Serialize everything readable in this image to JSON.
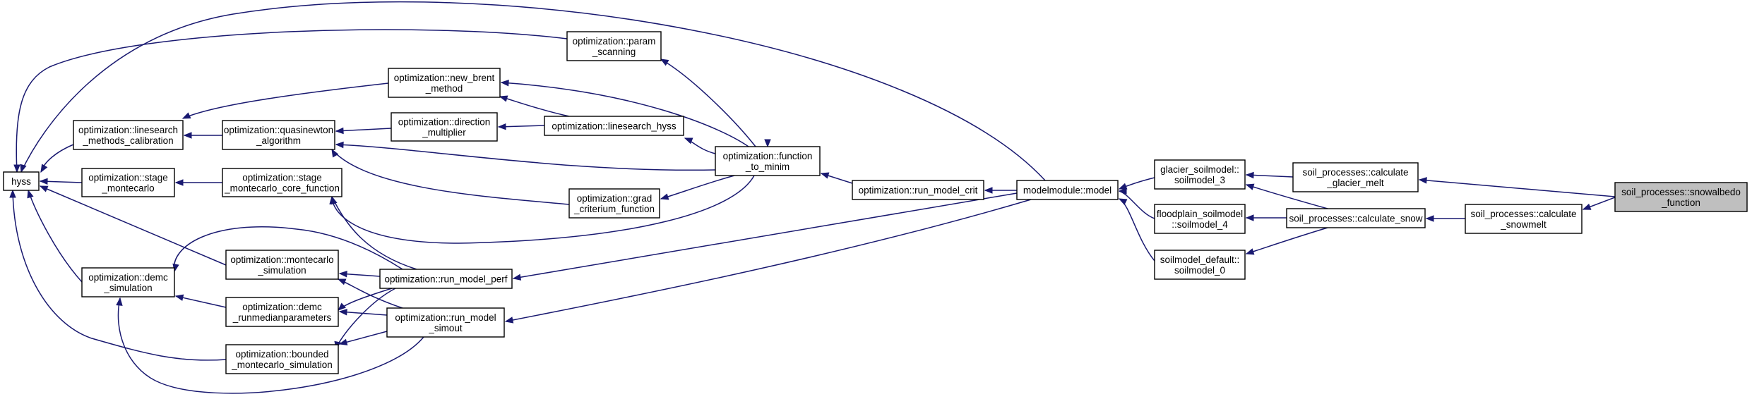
{
  "graph": {
    "highlight": "soil_processes::snowalbedo_function",
    "edge_color": "#191970",
    "highlight_fill": "#bfbfbf",
    "nodes": [
      {
        "id": "hyss",
        "lines": [
          "hyss"
        ]
      },
      {
        "id": "linesearch_methods_calibration",
        "lines": [
          "optimization::linesearch",
          "_methods_calibration"
        ]
      },
      {
        "id": "stage_montecarlo",
        "lines": [
          "optimization::stage",
          "_montecarlo"
        ]
      },
      {
        "id": "demc_simulation",
        "lines": [
          "optimization::demc",
          "_simulation"
        ]
      },
      {
        "id": "param_scanning",
        "lines": [
          "optimization::param",
          "_scanning"
        ]
      },
      {
        "id": "new_brent_method",
        "lines": [
          "optimization::new_brent",
          "_method"
        ]
      },
      {
        "id": "quasinewton_algorithm",
        "lines": [
          "optimization::quasinewton",
          "_algorithm"
        ]
      },
      {
        "id": "direction_multiplier",
        "lines": [
          "optimization::direction",
          "_multiplier"
        ]
      },
      {
        "id": "linesearch_hyss",
        "lines": [
          "optimization::linesearch_hyss"
        ]
      },
      {
        "id": "stage_montecarlo_core_function",
        "lines": [
          "optimization::stage",
          "_montecarlo_core_function"
        ]
      },
      {
        "id": "grad_criterium_function",
        "lines": [
          "optimization::grad",
          "_criterium_function"
        ]
      },
      {
        "id": "montecarlo_simulation",
        "lines": [
          "optimization::montecarlo",
          "_simulation"
        ]
      },
      {
        "id": "demc_runmedianparameters",
        "lines": [
          "optimization::demc",
          "_runmedianparameters"
        ]
      },
      {
        "id": "bounded_montecarlo_simulation",
        "lines": [
          "optimization::bounded",
          "_montecarlo_simulation"
        ]
      },
      {
        "id": "function_to_minim",
        "lines": [
          "optimization::function",
          "_to_minim"
        ]
      },
      {
        "id": "run_model_perf",
        "lines": [
          "optimization::run_model_perf"
        ]
      },
      {
        "id": "run_model_simout",
        "lines": [
          "optimization::run_model",
          "_simout"
        ]
      },
      {
        "id": "run_model_crit",
        "lines": [
          "optimization::run_model_crit"
        ]
      },
      {
        "id": "modelmodule_model",
        "lines": [
          "modelmodule::model"
        ]
      },
      {
        "id": "glacier_soilmodel_3",
        "lines": [
          "glacier_soilmodel::",
          "soilmodel_3"
        ]
      },
      {
        "id": "floodplain_soilmodel_4",
        "lines": [
          "floodplain_soilmodel",
          "::soilmodel_4"
        ]
      },
      {
        "id": "soilmodel_default_0",
        "lines": [
          "soilmodel_default::",
          "soilmodel_0"
        ]
      },
      {
        "id": "calculate_glacier_melt",
        "lines": [
          "soil_processes::calculate",
          "_glacier_melt"
        ]
      },
      {
        "id": "calculate_snow",
        "lines": [
          "soil_processes::calculate_snow"
        ]
      },
      {
        "id": "calculate_snowmelt",
        "lines": [
          "soil_processes::calculate",
          "_snowmelt"
        ]
      },
      {
        "id": "snowalbedo_function",
        "lines": [
          "soil_processes::snowalbedo",
          "_function"
        ]
      }
    ]
  }
}
